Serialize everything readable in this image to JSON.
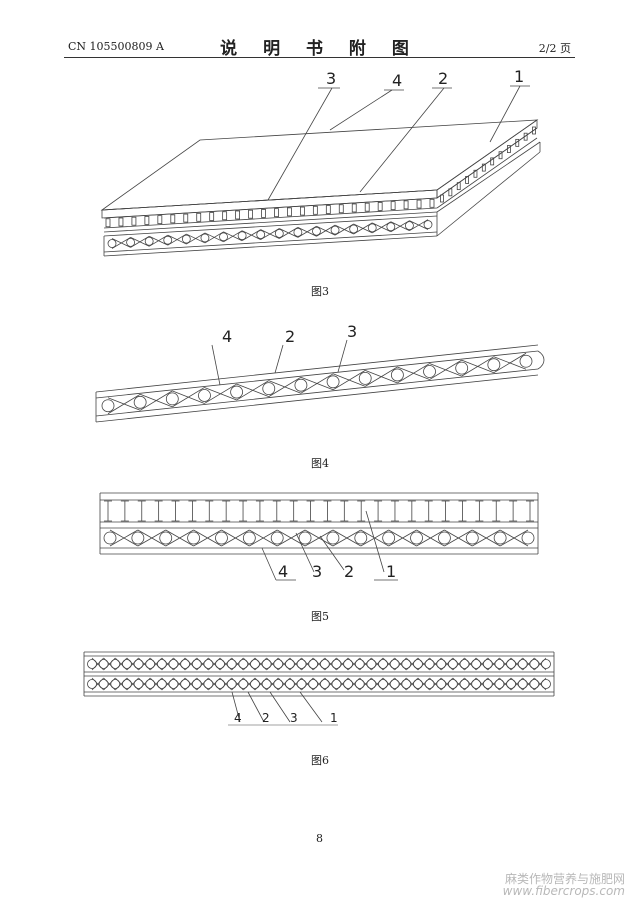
{
  "header": {
    "pub_number": "CN 105500809 A",
    "title": "说 明 书 附 图",
    "page": "2/2 页"
  },
  "figures": [
    {
      "caption": "图3",
      "labels": [
        "3",
        "4",
        "2",
        "1"
      ]
    },
    {
      "caption": "图4",
      "labels": [
        "4",
        "2",
        "3"
      ]
    },
    {
      "caption": "图5",
      "labels": [
        "4",
        "3",
        "2",
        "1"
      ]
    },
    {
      "caption": "图6",
      "labels": [
        "4",
        "2",
        "3",
        "1"
      ]
    }
  ],
  "footer": {
    "page_number": "8",
    "watermark_cn": "麻类作物营养与施肥网",
    "watermark_url": "www.fibercrops.com"
  }
}
